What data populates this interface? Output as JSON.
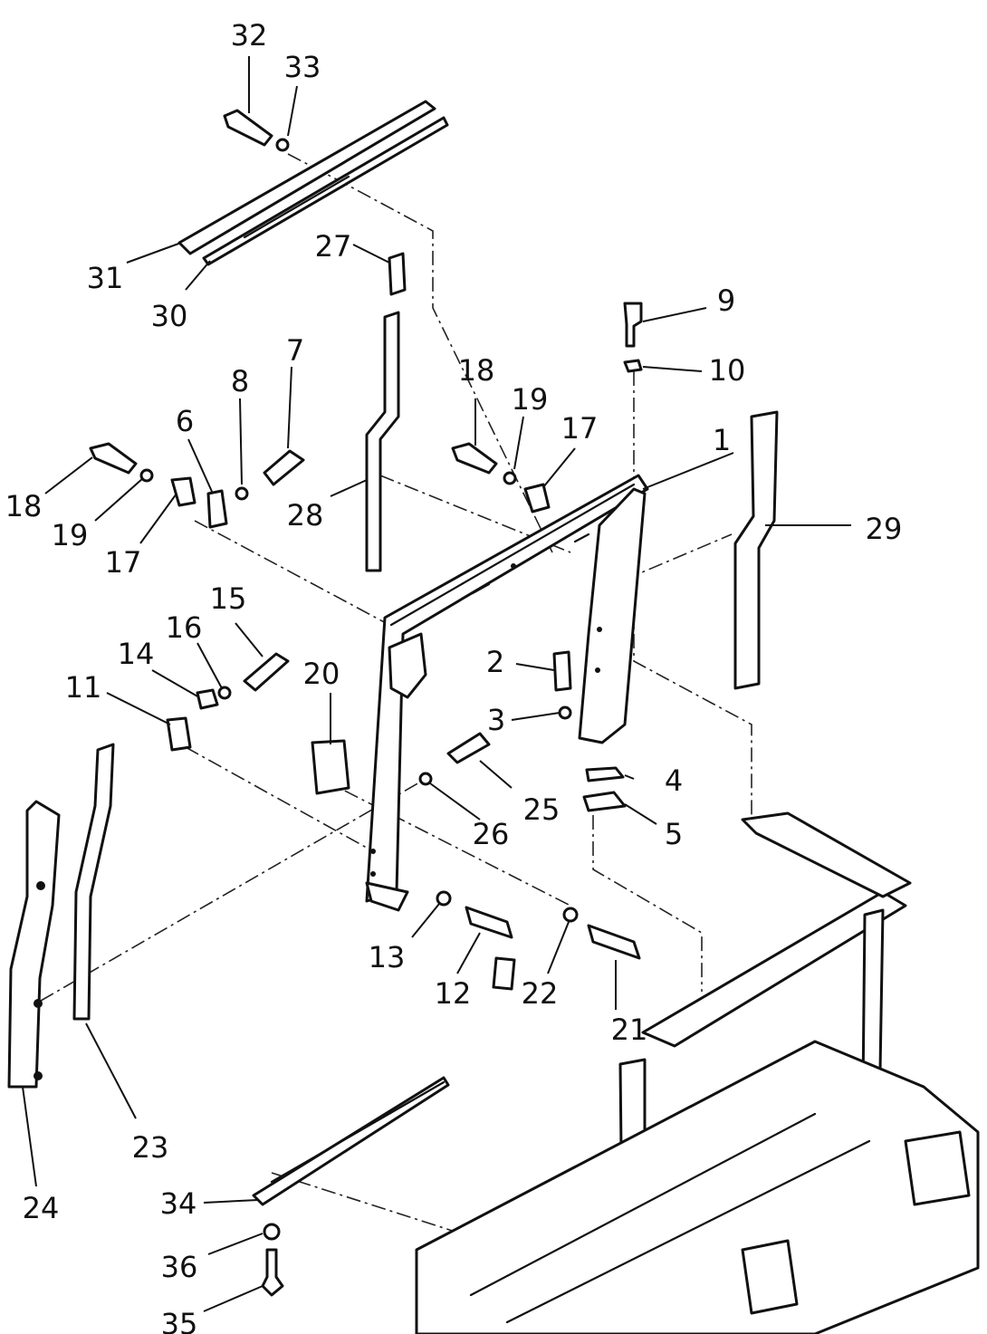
{
  "figure": {
    "type": "exploded-parts-diagram",
    "callouts": [
      {
        "id": "c1",
        "text": "1"
      },
      {
        "id": "c2",
        "text": "2"
      },
      {
        "id": "c3",
        "text": "3"
      },
      {
        "id": "c4",
        "text": "4"
      },
      {
        "id": "c5",
        "text": "5"
      },
      {
        "id": "c6",
        "text": "6"
      },
      {
        "id": "c7",
        "text": "7"
      },
      {
        "id": "c8",
        "text": "8"
      },
      {
        "id": "c9",
        "text": "9"
      },
      {
        "id": "c10",
        "text": "10"
      },
      {
        "id": "c11",
        "text": "11"
      },
      {
        "id": "c12",
        "text": "12"
      },
      {
        "id": "c13",
        "text": "13"
      },
      {
        "id": "c14",
        "text": "14"
      },
      {
        "id": "c15",
        "text": "15"
      },
      {
        "id": "c16",
        "text": "16"
      },
      {
        "id": "c17a",
        "text": "17"
      },
      {
        "id": "c17b",
        "text": "17"
      },
      {
        "id": "c18a",
        "text": "18"
      },
      {
        "id": "c18b",
        "text": "18"
      },
      {
        "id": "c19a",
        "text": "19"
      },
      {
        "id": "c19b",
        "text": "19"
      },
      {
        "id": "c20",
        "text": "20"
      },
      {
        "id": "c21",
        "text": "21"
      },
      {
        "id": "c22",
        "text": "22"
      },
      {
        "id": "c23",
        "text": "23"
      },
      {
        "id": "c24",
        "text": "24"
      },
      {
        "id": "c25",
        "text": "25"
      },
      {
        "id": "c26",
        "text": "26"
      },
      {
        "id": "c27",
        "text": "27"
      },
      {
        "id": "c28",
        "text": "28"
      },
      {
        "id": "c29",
        "text": "29"
      },
      {
        "id": "c30",
        "text": "30"
      },
      {
        "id": "c31",
        "text": "31"
      },
      {
        "id": "c32",
        "text": "32"
      },
      {
        "id": "c33",
        "text": "33"
      },
      {
        "id": "c34",
        "text": "34"
      },
      {
        "id": "c35",
        "text": "35"
      },
      {
        "id": "c36",
        "text": "36"
      }
    ]
  }
}
